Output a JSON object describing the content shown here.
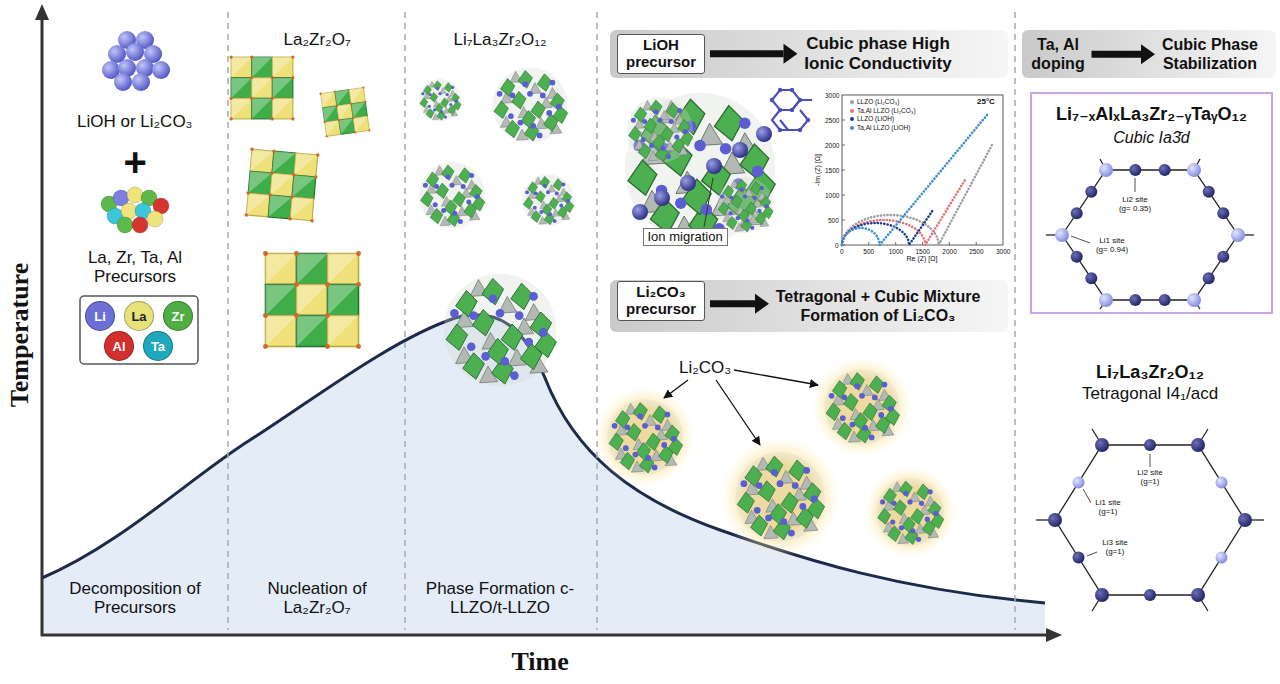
{
  "diagram": {
    "nodes": [
      {
        "text": [
          "Li"
        ]
      },
      {
        "text": [
          "La"
        ]
      },
      {
        "text": [
          "Zr"
        ]
      },
      {
        "text": [
          "Al"
        ]
      },
      {
        "text": [
          "Ta"
        ]
      },
      {
        "text": [
          "LiOH precursor"
        ]
      },
      {
        "text": [
          "Cubic phase High Ionic Conductivity"
        ]
      },
      {
        "text": [
          "Li₂CO₃ precursor"
        ]
      },
      {
        "text": [
          "Tetragonal + Cubic Mixture Formation of Li₂CO₃"
        ]
      },
      {
        "text": [
          "Ta, Al doping"
        ]
      },
      {
        "text": [
          "Cubic Phase Stabilization"
        ]
      },
      {
        "text": [
          "Li₇₋ₓAlₓLa₃Zr₂₋ᵧTaᵧO₁₂",
          "Cubic Ia3̄d"
        ]
      }
    ],
    "edges": [
      {
        "from": 5,
        "to": 6,
        "arrow": "to"
      },
      {
        "from": 7,
        "to": 8,
        "arrow": "to"
      },
      {
        "from": 9,
        "to": 10,
        "arrow": "to"
      }
    ],
    "labels": [
      "Temperature",
      "Time",
      "LiOH or Li₂CO₃",
      "+",
      "La, Zr, Ta, Al Precursors",
      "La₂Zr₂O₇",
      "Li₇La₃Zr₂O₁₂",
      "Decomposition of Precursors",
      "Nucleation of La₂Zr₂O₇",
      "Phase Formation c-LLZO/t-LLZO",
      "Ion migration",
      "25°C",
      "-Im (Z) [Ω]",
      "Re (Z) [Ω]",
      "0",
      "500",
      "1000",
      "1500",
      "2000",
      "2500",
      "3000",
      "0",
      "500",
      "1000",
      "1500",
      "2000",
      "2500",
      "3000",
      "Li₂CO₃",
      "Li2 site (g= 0.35)",
      "Li1 site (g= 0.94)",
      "Li₇La₃Zr₂O₁₂",
      "Tetragonal I4₁/acd",
      "Li2 site (g=1)",
      "Li1 site (g=1)",
      "Li3 site (g=1)"
    ],
    "legend": [
      {
        "text": "LLZO (Li₂CO₃)",
        "color": "#9e9e9e"
      },
      {
        "text": "Ta,Al LLZO (Li₂CO₃)",
        "color": "#e57373"
      },
      {
        "text": "LLZO (LiOH)",
        "color": "#1f3a93"
      },
      {
        "text": "Ta,Al LLZO (LiOH)",
        "color": "#3b8ed0"
      }
    ]
  }
}
